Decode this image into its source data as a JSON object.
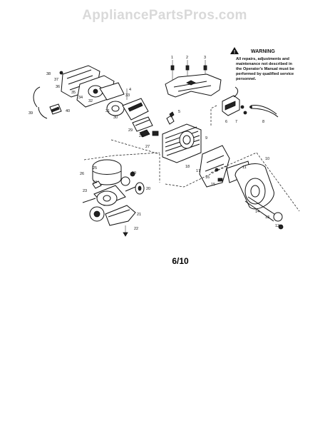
{
  "watermark": "AppliancePartsPros.com",
  "warning": {
    "title": "WARNING",
    "lines": [
      "All repairs, adjustments and",
      "maintenance not described in",
      "the Operator's Manual must be",
      "performed by qualified service",
      "personnel."
    ]
  },
  "page_number": "6/10",
  "callouts": [
    "1",
    "2",
    "3",
    "4",
    "5",
    "6",
    "7",
    "8",
    "9",
    "10",
    "11",
    "12",
    "13",
    "14",
    "15",
    "16",
    "17",
    "18",
    "19",
    "20",
    "21",
    "22",
    "23",
    "24",
    "25",
    "26",
    "27",
    "28",
    "29",
    "30",
    "31",
    "32",
    "33",
    "34",
    "35",
    "36",
    "37",
    "38",
    "39",
    "40"
  ]
}
